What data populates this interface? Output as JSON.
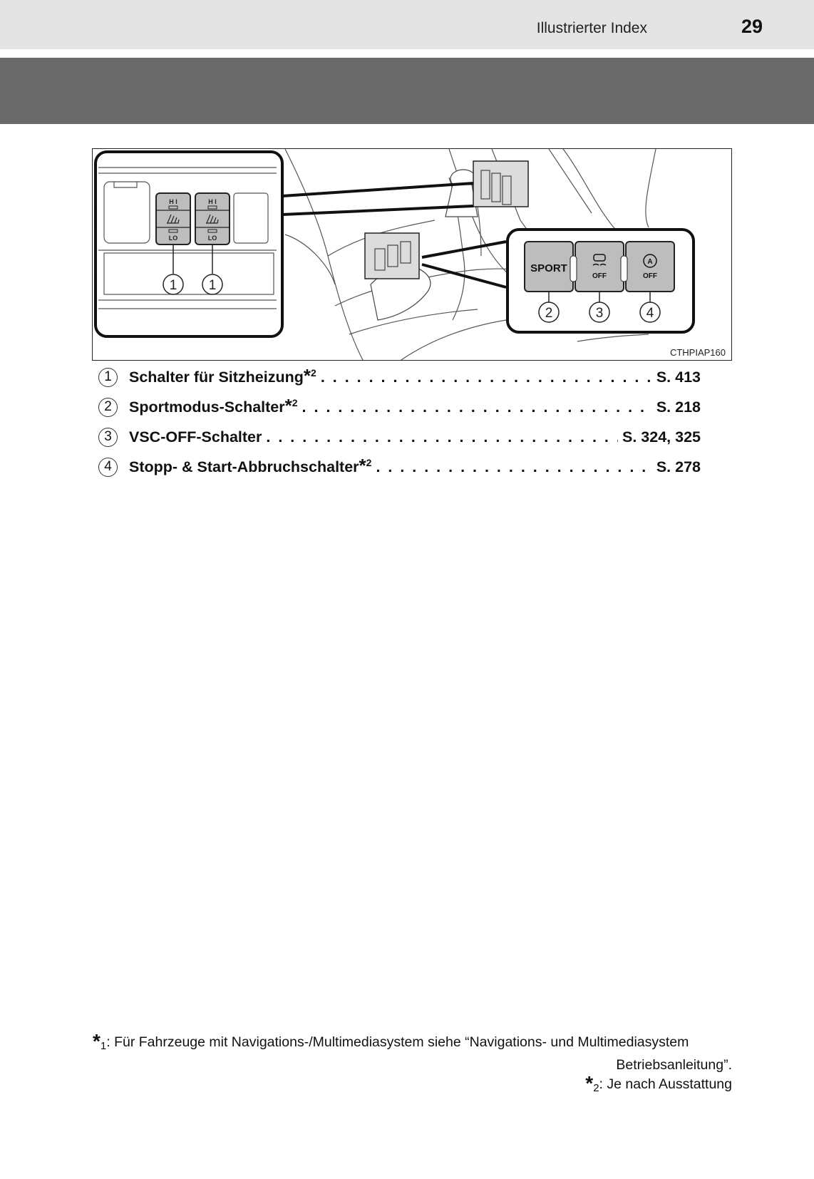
{
  "header": {
    "section_title": "Illustrierter Index",
    "page_number": "29"
  },
  "figure": {
    "code": "CTHPIAP160",
    "seat_heater_labels": {
      "hi": "H I",
      "lo": "LO"
    },
    "callouts": [
      "1",
      "1",
      "2",
      "3",
      "4"
    ],
    "buttons": {
      "sport": "SPORT",
      "vsc_off": "OFF",
      "stop_start_off": "OFF",
      "stop_start_letter": "A"
    }
  },
  "entries": [
    {
      "number": "1",
      "label": "Schalter für Sitzheizung",
      "star": "*",
      "sup": "2",
      "page": "S. 413"
    },
    {
      "number": "2",
      "label": "Sportmodus-Schalter",
      "star": "*",
      "sup": "2",
      "page": "S. 218"
    },
    {
      "number": "3",
      "label": "VSC-OFF-Schalter",
      "star": "",
      "sup": "",
      "page": "S. 324, 325"
    },
    {
      "number": "4",
      "label": "Stopp- & Start-Abbruchschalter",
      "star": "*",
      "sup": "2",
      "page": "S. 278"
    }
  ],
  "footnotes": {
    "fn1_star": "*",
    "fn1_sub": "1",
    "fn1_text": ": Für Fahrzeuge mit Navigations-/Multimediasystem siehe “Navigations- und Multimediasystem",
    "fn1_cont": "Betriebsanleitung”.",
    "fn2_star": "*",
    "fn2_sub": "2",
    "fn2_text": ": Je nach Ausstattung"
  }
}
